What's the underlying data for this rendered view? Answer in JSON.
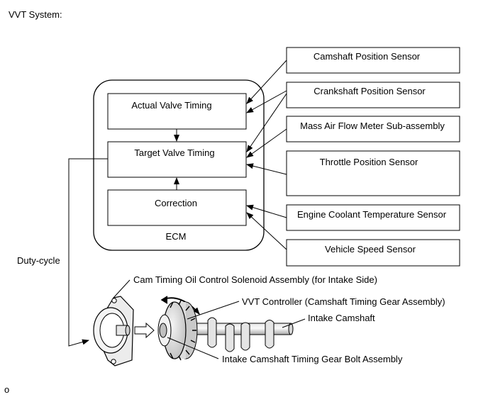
{
  "title": "VVT System:",
  "ecm": {
    "label": "ECM",
    "blocks": {
      "actual": "Actual Valve Timing",
      "target": "Target Valve Timing",
      "correction": "Correction"
    }
  },
  "sensors": [
    "Camshaft Position Sensor",
    "Crankshaft Position Sensor",
    "Mass Air Flow Meter Sub-assembly",
    "Throttle Position Sensor",
    "Engine Coolant Temperature Sensor",
    "Vehicle Speed Sensor"
  ],
  "signal_label": "Duty-cycle",
  "parts": {
    "ocv": "Cam Timing Oil Control Solenoid Assembly (for Intake Side)",
    "vvt_controller": "VVT Controller (Camshaft Timing Gear Assembly)",
    "camshaft": "Intake Camshaft",
    "gear_bolt": "Intake Camshaft Timing Gear Bolt Assembly"
  },
  "footer_mark": "o",
  "colors": {
    "line": "#000000",
    "background": "#ffffff",
    "ecm_fill": "#ffffff"
  }
}
